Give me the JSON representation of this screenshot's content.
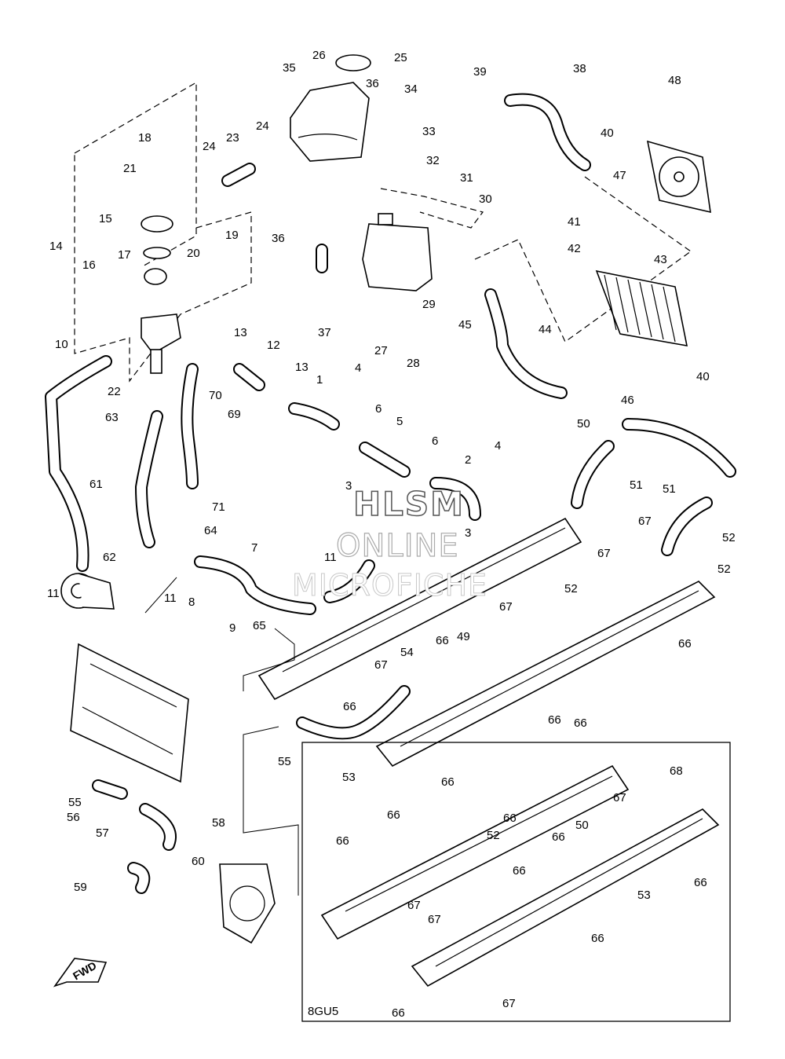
{
  "diagram": {
    "variant_label": "8GU5",
    "fwd_label": "FWD",
    "watermark": {
      "line1": "HLSM",
      "line2": "ONLINE",
      "line3": "MICROFICHE"
    },
    "callouts": [
      "1",
      "2",
      "3",
      "3",
      "4",
      "4",
      "5",
      "6",
      "6",
      "7",
      "8",
      "9",
      "10",
      "11",
      "11",
      "11",
      "12",
      "13",
      "13",
      "14",
      "15",
      "16",
      "17",
      "18",
      "19",
      "20",
      "21",
      "22",
      "23",
      "24",
      "24",
      "25",
      "26",
      "27",
      "28",
      "29",
      "30",
      "31",
      "32",
      "33",
      "34",
      "35",
      "36",
      "36",
      "37",
      "38",
      "39",
      "40",
      "40",
      "41",
      "42",
      "43",
      "44",
      "45",
      "46",
      "47",
      "48",
      "49",
      "50",
      "50",
      "51",
      "51",
      "52",
      "52",
      "52",
      "52",
      "53",
      "53",
      "54",
      "55",
      "55",
      "56",
      "57",
      "58",
      "59",
      "60",
      "61",
      "62",
      "63",
      "64",
      "65",
      "66",
      "66",
      "66",
      "66",
      "66",
      "66",
      "66",
      "66",
      "66",
      "66",
      "66",
      "66",
      "66",
      "66",
      "67",
      "67",
      "67",
      "67",
      "67",
      "67",
      "67",
      "67",
      "68",
      "69",
      "70",
      "71"
    ]
  }
}
